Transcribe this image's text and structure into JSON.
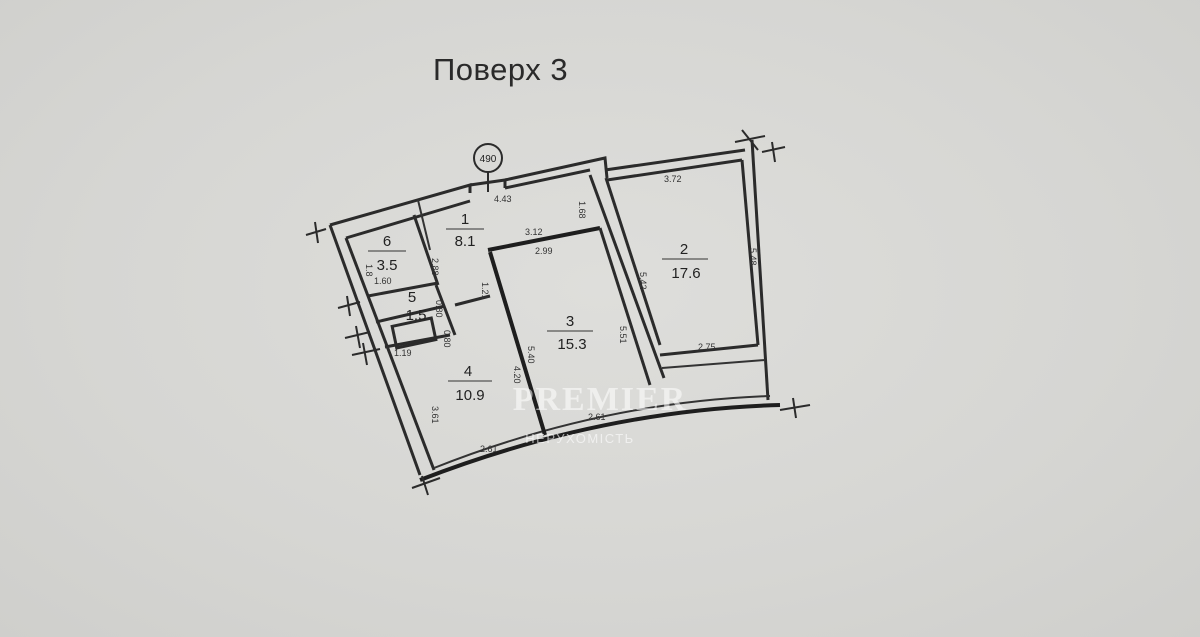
{
  "title": "Поверх 3",
  "marker": "490",
  "rooms": [
    {
      "num": "1",
      "area": "8.1"
    },
    {
      "num": "2",
      "area": "17.6"
    },
    {
      "num": "3",
      "area": "15.3"
    },
    {
      "num": "4",
      "area": "10.9"
    },
    {
      "num": "5",
      "area": "1.5"
    },
    {
      "num": "6",
      "area": "3.5"
    }
  ],
  "dimensions": {
    "d443": "4.43",
    "d168": "1.68",
    "d372": "3.72",
    "d548": "5.48",
    "d312": "3.12",
    "d299": "2.99",
    "d288": "2.88",
    "d121": "1.21",
    "d542": "5.42",
    "d551": "5.51",
    "d160": "1.60",
    "d118": "1.8",
    "d080": "0.80",
    "d119": "1.19",
    "d540": "5.40",
    "d420": "4.20",
    "d361": "3.61",
    "d261a": "2.61",
    "d261b": "2.61",
    "d275": "2.75",
    "d060": "0.80"
  },
  "watermark": {
    "brand": "PREMIER",
    "sub": "НЕРУХОМІСТЬ"
  }
}
